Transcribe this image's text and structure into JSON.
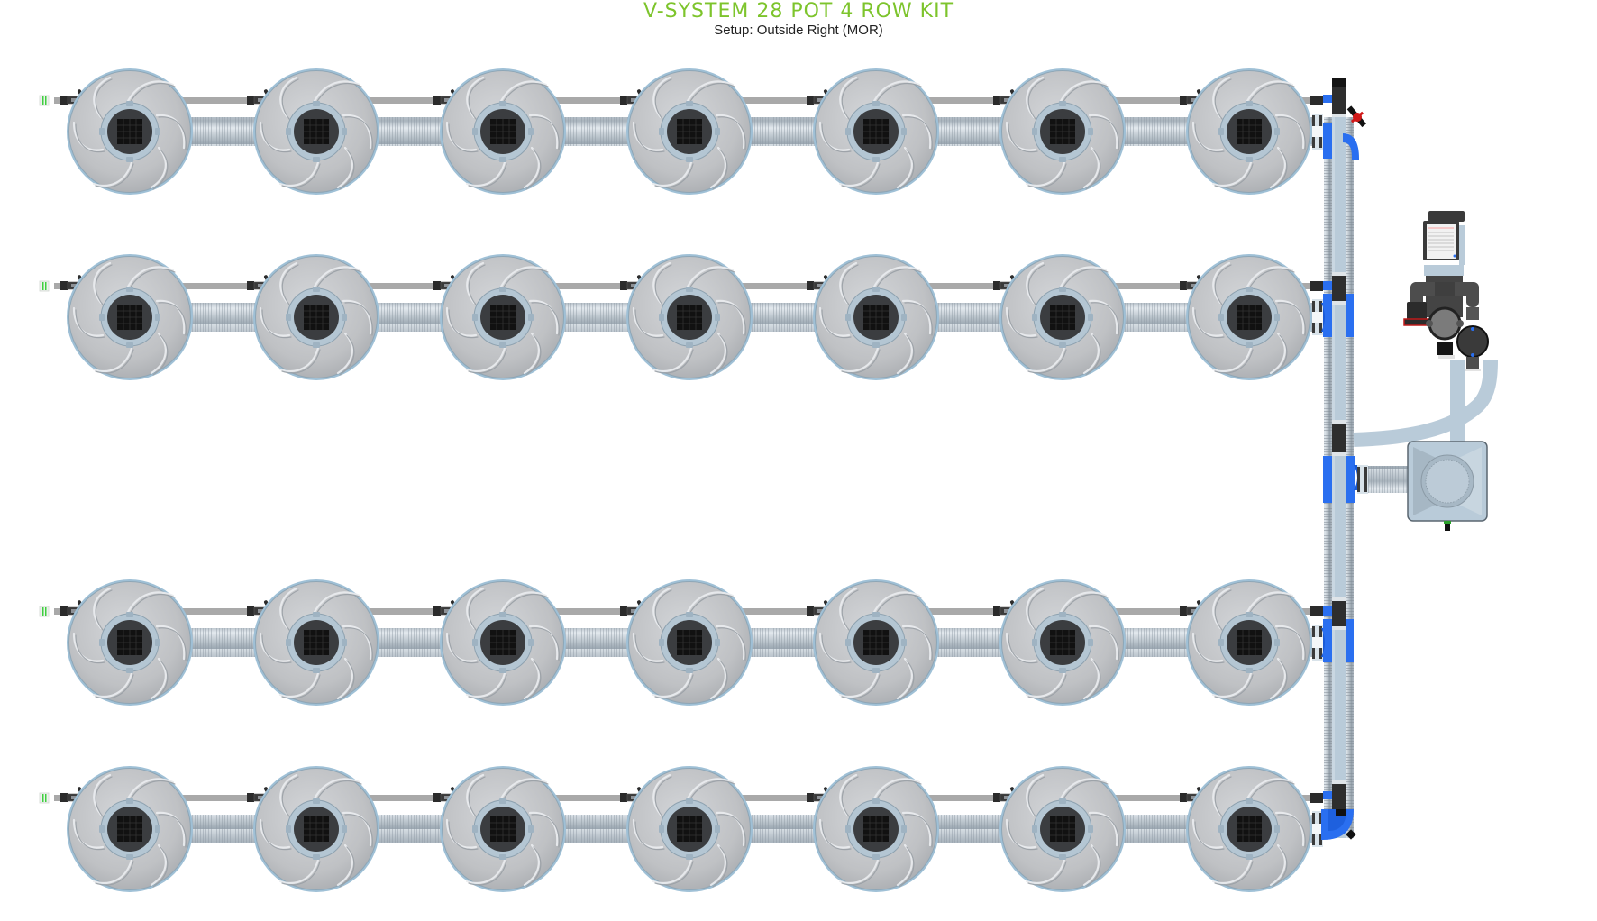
{
  "header": {
    "title": "V-SYSTEM 28 POT 4 ROW KIT",
    "subtitle": "Setup: Outside Right (MOR)"
  },
  "colors": {
    "title_green": "#7dc42c",
    "pot_grey": "#bdbfc2",
    "pot_rim": "#8fb0c8",
    "hose_blue_grey": "#b9cbd9",
    "fitting_blue": "#2a6ff0",
    "fitting_dark": "#2e2e2e",
    "valve_red": "#d01818",
    "end_cap_green": "#5cd65c"
  },
  "layout": {
    "rows": 4,
    "pots_per_row": 7,
    "total_pots": 28,
    "manifold_side": "right",
    "setup": "Outside Right (MOR)"
  },
  "rows": [
    {
      "label": "row-1",
      "pots": 7
    },
    {
      "label": "row-2",
      "pots": 7
    },
    {
      "label": "row-3",
      "pots": 7
    },
    {
      "label": "row-4",
      "pots": 7
    }
  ],
  "components": {
    "pot": "pot-icon",
    "flex_hose": "flex-hose",
    "drip_line": "drip-line",
    "end_cap": "end-cap-icon",
    "manifold": "manifold-pipe",
    "tee_fitting": "tee-fitting-icon",
    "elbow_fitting": "elbow-fitting-icon",
    "drain_valve": "drain-valve-icon",
    "pump": "pump-icon",
    "filter": "filter-icon",
    "control_tank": "control-tank-icon"
  }
}
